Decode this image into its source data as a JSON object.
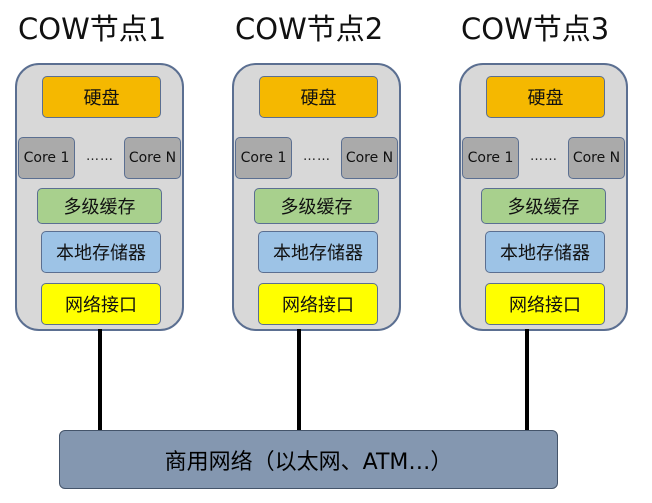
{
  "nodes": [
    {
      "title": "COW节点1",
      "disk": "硬盘",
      "core_first": "Core 1",
      "core_dots": "……",
      "core_last": "Core N",
      "cache": "多级缓存",
      "local_storage": "本地存储器",
      "network_interface": "网络接口"
    },
    {
      "title": "COW节点2",
      "disk": "硬盘",
      "core_first": "Core 1",
      "core_dots": "……",
      "core_last": "Core N",
      "cache": "多级缓存",
      "local_storage": "本地存储器",
      "network_interface": "网络接口"
    },
    {
      "title": "COW节点3",
      "disk": "硬盘",
      "core_first": "Core 1",
      "core_dots": "……",
      "core_last": "Core N",
      "cache": "多级缓存",
      "local_storage": "本地存储器",
      "network_interface": "网络接口"
    }
  ],
  "network": {
    "label": "商用网络（以太网、ATM…）"
  },
  "colors": {
    "node_background": "#d8d8d8",
    "disk": "#f5b800",
    "core": "#aaaaaa",
    "cache": "#a8d08d",
    "local_storage": "#9dc3e6",
    "network_interface": "#ffff00",
    "network_bus": "#8497b0",
    "link_line": "#000000"
  }
}
